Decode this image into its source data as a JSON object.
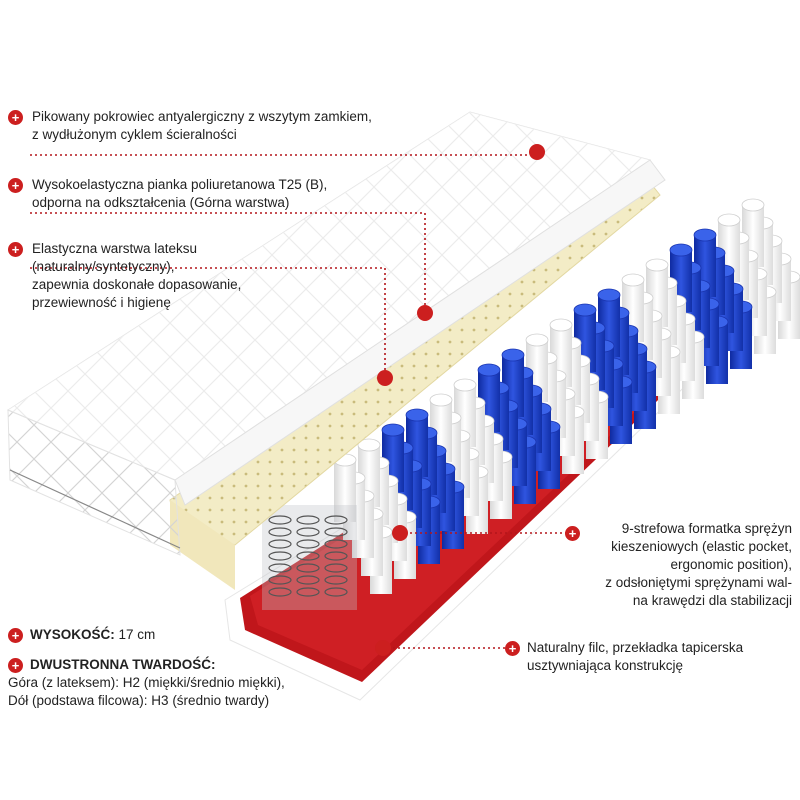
{
  "annotations": {
    "cover": {
      "lines": [
        "Pikowany pokrowiec antyalergiczny z wszytym zamkiem,",
        "z wydłużonym cyklem ścieralności"
      ]
    },
    "foam": {
      "lines": [
        "Wysokoelastyczna pianka poliuretanowa T25 (B),",
        "odporna na odkształcenia (Górna warstwa)"
      ]
    },
    "latex": {
      "lines": [
        "Elastyczna warstwa lateksu",
        "(naturalny/syntetyczny),",
        "zapewnia doskonałe dopasowanie,",
        "przewiewność i higienę"
      ]
    },
    "springs": {
      "lines": [
        "9-strefowa formatka sprężyn",
        "kieszeniowych (elastic pocket,",
        "ergonomic position),",
        "z odsłoniętymi sprężynami wal-",
        "na krawędzi dla stabilizacji"
      ]
    },
    "felt": {
      "lines": [
        "Naturalny filc, przekładka tapicerska",
        "usztywniająca konstrukcję"
      ]
    }
  },
  "specs": {
    "height_label": "WYSOKOŚĆ:",
    "height_value": " 17 cm",
    "firmness_label": "DWUSTRONNA TWARDOŚĆ:",
    "firmness_top": "Góra (z lateksem): H2 (miękki/średnio miękki),",
    "firmness_bottom": "Dół (podstawa filcowa): H3 (średnio twardy)"
  },
  "plus_symbol": "+",
  "colors": {
    "accent": "#cc1f1f",
    "spring_blue": "#1f3fc4",
    "spring_white": "#f4f4f4",
    "latex": "#f3ecc6",
    "felt": "#c0161b",
    "cover": "#ffffff"
  }
}
